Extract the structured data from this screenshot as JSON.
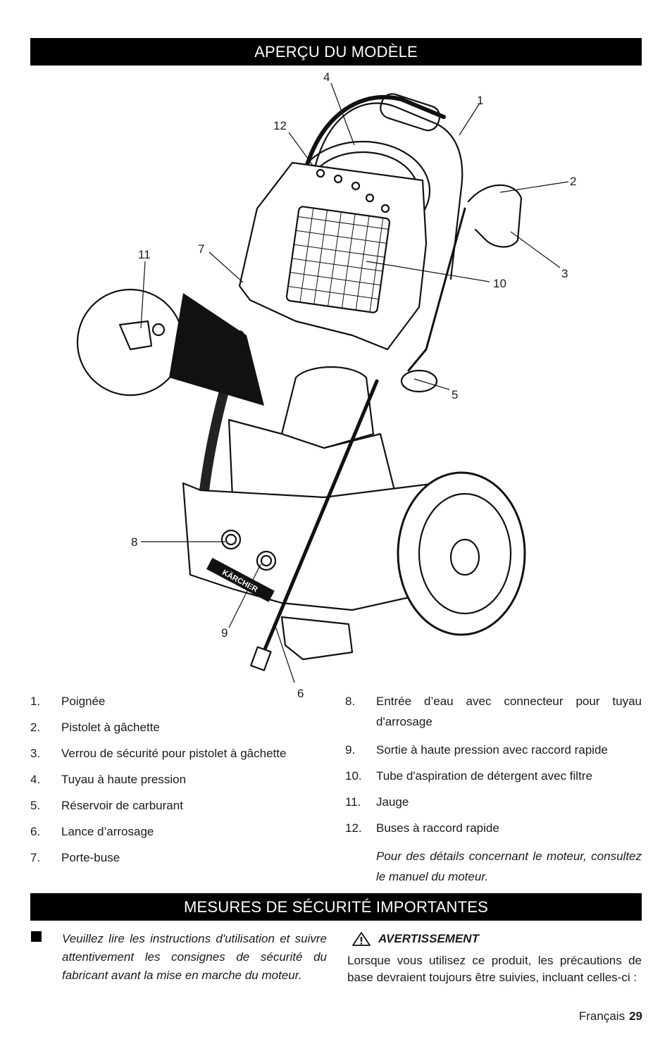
{
  "header1": "APERÇU DU MODÈLE",
  "header2": "MESURES DE SÉCURITÉ IMPORTANTES",
  "callouts": [
    "1",
    "2",
    "3",
    "4",
    "5",
    "6",
    "7",
    "8",
    "9",
    "10",
    "11",
    "12"
  ],
  "brand_mark": "KÄRCHER",
  "parts_left": [
    {
      "num": "1.",
      "text": "Poignée"
    },
    {
      "num": "2.",
      "text": "Pistolet à gâchette"
    },
    {
      "num": "3.",
      "text": "Verrou de sécurité pour pistolet à gâchette"
    },
    {
      "num": "4.",
      "text": "Tuyau à haute pression"
    },
    {
      "num": "5.",
      "text": "Réservoir de carburant"
    },
    {
      "num": "6.",
      "text": "Lance d’arrosage"
    },
    {
      "num": "7.",
      "text": "Porte-buse"
    }
  ],
  "parts_right": [
    {
      "num": "8.",
      "text": "Entrée d’eau avec connecteur pour tuyau d'arrosage"
    },
    {
      "num": "9.",
      "text": "Sortie à haute pression avec raccord rapide"
    },
    {
      "num": "10.",
      "text": "Tube d'aspiration de détergent avec filtre"
    },
    {
      "num": "11.",
      "text": "Jauge"
    },
    {
      "num": "12.",
      "text": "Buses à raccord rapide"
    }
  ],
  "engine_note": "Pour des détails concernant le moteur, consultez le manuel du moteur.",
  "safety_bullet": "Veuillez lire les instructions d'utilisation et suivre attentivement les consignes de sécurité du fabricant avant la mise en marche du moteur.",
  "warning_title": "AVERTISSEMENT",
  "warning_text": "Lorsque vous utilisez ce produit, les précautions de base devraient toujours être suivies, incluant celles-ci :",
  "footer_lang": "Français",
  "footer_page": "29"
}
